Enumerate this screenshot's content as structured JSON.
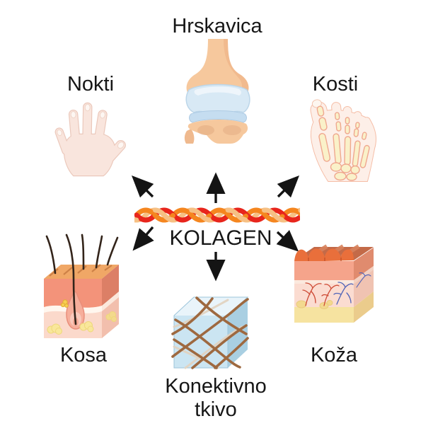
{
  "center": {
    "label": "KOLAGEN",
    "icon": "collagen-fiber-icon"
  },
  "nodes": {
    "cartilage": {
      "label": "Hrskavica",
      "icon": "knee-joint-icon"
    },
    "nails": {
      "label": "Nokti",
      "icon": "hand-nails-icon"
    },
    "bones": {
      "label": "Kosti",
      "icon": "foot-bones-icon"
    },
    "hair": {
      "label": "Kosa",
      "icon": "skin-hair-follicle-icon"
    },
    "skin": {
      "label": "Koža",
      "icon": "skin-cross-section-icon"
    },
    "connective": {
      "label": "Konektivno tkivo",
      "label_line1": "Konektivno",
      "label_line2": "tkivo",
      "icon": "connective-tissue-cube-icon"
    }
  },
  "arrows": [
    "center-to-cartilage",
    "center-to-nails",
    "center-to-bones",
    "center-to-hair",
    "center-to-skin",
    "center-to-connective"
  ],
  "colors": {
    "text": "#161616",
    "arrow": "#141414",
    "braid_red": "#E8251C",
    "braid_orange": "#F5861F",
    "braid_tan": "#F6C084",
    "cartilage_blue": "#D8E9F5",
    "bone_tan": "#F6C89D",
    "hand_skin": "#F9E5DD",
    "foot_bone_yellow": "#FAF1C9",
    "skin_block_salmon": "#F3937A",
    "skin_block_pink": "#FBD9CB",
    "fat_yellow": "#F8E79B",
    "epidermis_orange": "#E96F3B",
    "vessel_red": "#CE4B36",
    "vessel_blue": "#5063B8",
    "cube_blue": "#CBE5F2",
    "fiber_brown": "#9E6940"
  }
}
